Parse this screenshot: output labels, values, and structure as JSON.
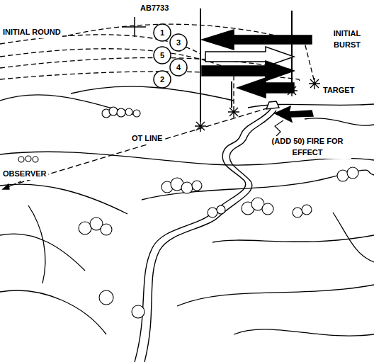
{
  "diagram": {
    "nodes": [
      {
        "text": [
          "1"
        ]
      },
      {
        "text": [
          "3"
        ]
      },
      {
        "text": [
          "5"
        ]
      },
      {
        "text": [
          "4"
        ]
      },
      {
        "text": [
          "2"
        ]
      }
    ],
    "labels": [
      "AB7733",
      "INITIAL ROUND",
      "INITIAL BURST",
      "TARGET",
      "(ADD 50) FIRE FOR EFFECT",
      "OT LINE",
      "OBSERVER"
    ]
  }
}
